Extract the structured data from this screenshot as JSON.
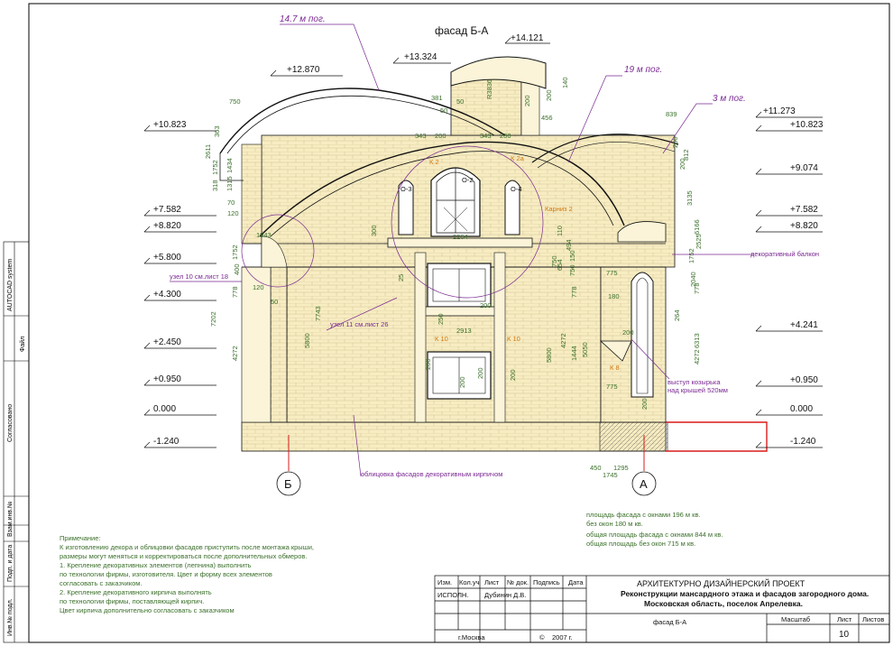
{
  "drawing": {
    "title": "фасад Б-А",
    "top_mark": "+14.121",
    "marks_left": [
      "+12.870",
      "+13.324",
      "+10.823",
      "+7.582",
      "+8.820",
      "+5.800",
      "+4.300",
      "+2.450",
      "+0.950",
      "0.000",
      "-1.240"
    ],
    "marks_right": [
      "+11.273",
      "+10.823",
      "+9.074",
      "+7.582",
      "+8.820",
      "+4.241",
      "+0.950",
      "0.000",
      "-1.240"
    ],
    "length_labels": [
      "14.7 м пог.",
      "19 м пог.",
      "3 м пог."
    ],
    "callouts": {
      "node10": "узел 10 см.лист 18",
      "node11": "узел 11 см.лист 26",
      "balcony": "декоративный балкон",
      "canopy_1": "выступ козырька",
      "canopy_2": "над крышей 520мм",
      "cladding": "облицовка фасадов декоративным кирпичом",
      "cornice": "Карниз 2"
    },
    "element_labels": [
      "К 2",
      "К 2а",
      "О-2",
      "О-3",
      "О-4",
      "К 10",
      "К 10",
      "К 8"
    ],
    "axes": [
      "Б",
      "А"
    ],
    "dimensions": [
      "750",
      "363",
      "2611",
      "1752",
      "1434",
      "318",
      "1315",
      "70",
      "120",
      "1943",
      "1752",
      "400",
      "120",
      "778",
      "7202",
      "4272",
      "50",
      "5800",
      "7743",
      "300",
      "25",
      "2264",
      "2913",
      "250",
      "200",
      "200",
      "200",
      "343",
      "200",
      "343",
      "200",
      "381",
      "50",
      "50",
      "200",
      "200",
      "R3836",
      "140",
      "456",
      "839",
      "200",
      "200",
      "812",
      "3135",
      "6166",
      "2525",
      "1752",
      "2040",
      "775",
      "180",
      "750",
      "110",
      "494",
      "150",
      "654",
      "778",
      "750",
      "264",
      "778",
      "6313",
      "4272",
      "1444",
      "5050",
      "5800",
      "4272",
      "775",
      "200",
      "200",
      "200",
      "450",
      "1295",
      "1745",
      "200"
    ]
  },
  "sidebar": {
    "labels": [
      "AUTOCAD system",
      "Файл",
      "Согласовано",
      "Взам.инв.№",
      "Подп. и дата",
      "Инв.№ подл."
    ]
  },
  "notes": {
    "heading": "Примечание:",
    "lines": [
      "К изготовлению декора и облицовки фасадов приступить после монтажа крыши,",
      "размеры могут меняться и корректироваться после дополнительных обмеров.",
      "1. Крепление декоративных элементов (лепнина) выполнить",
      "по технологии фирмы, изготовителя. Цвет и форму всех элементов",
      "согласовать с заказчиком.",
      "2. Крепление декоративного кирпича выполнять",
      "по технологии фирмы, поставляющей кирпич.",
      "Цвет кирпича дополнительно согласовать с заказчиком"
    ]
  },
  "areas": {
    "group1": [
      "площадь фасада с окнами 196 м кв.",
      "без окон 180 м кв."
    ],
    "group2": [
      "общая площадь фасада с окнами 844 м кв.",
      "общая площадь без окон 715 м кв."
    ]
  },
  "title_block": {
    "headers": [
      "Изм.",
      "Кол.уч",
      "Лист",
      "№ док.",
      "Подпись",
      "Дата"
    ],
    "role": "ИСПОЛН.",
    "person": "Дубинин Д.В.",
    "project_title": "АРХИТЕКТУРНО ДИЗАЙНЕРСКИЙ ПРОЕКТ",
    "project_subtitle": "Реконструкции мансардного этажа и фасадов загородного дома.",
    "location": "Московская область, поселок Апрелевка.",
    "sheet_name": "фасад Б-А",
    "scale_label": "Масштаб",
    "sheet_label": "Лист",
    "sheets_label": "Листов",
    "sheet_number": "10",
    "city": "г.Москва",
    "copyright": "©",
    "year": "2007 г."
  },
  "colors": {
    "line": "#111111",
    "brick": "#f7ecc2",
    "dim": "#3a6f2a",
    "purple": "#7a2a92",
    "orange": "#d07810",
    "red": "#d81c1c"
  }
}
